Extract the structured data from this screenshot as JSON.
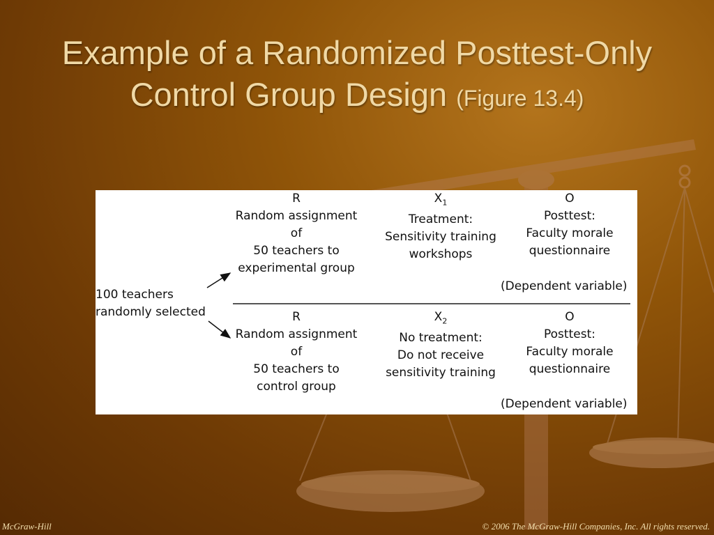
{
  "slide": {
    "title_line1": "Example of a Randomized Posttest-Only",
    "title_line2": "Control Group Design",
    "title_suffix": "(Figure 13.4)"
  },
  "figure": {
    "source_lines": [
      "100 teachers",
      "randomly selected"
    ],
    "experimental": {
      "r_symbol": "R",
      "r_lines": [
        "Random assignment",
        "of",
        "50 teachers to",
        "experimental group"
      ],
      "x_symbol": "X",
      "x_sub": "1",
      "x_lines": [
        "Treatment:",
        "Sensitivity training",
        "workshops"
      ],
      "o_symbol": "O",
      "o_lines": [
        "Posttest:",
        "Faculty morale",
        "questionnaire"
      ],
      "dependent": "(Dependent variable)"
    },
    "control": {
      "r_symbol": "R",
      "r_lines": [
        "Random assignment",
        "of",
        "50 teachers to",
        "control group"
      ],
      "x_symbol": "X",
      "x_sub": "2",
      "x_lines": [
        "No treatment:",
        "Do not receive",
        "sensitivity training"
      ],
      "o_symbol": "O",
      "o_lines": [
        "Posttest:",
        "Faculty morale",
        "questionnaire"
      ],
      "dependent": "(Dependent variable)"
    }
  },
  "footer": {
    "left": "McGraw-Hill",
    "right": "© 2006 The McGraw-Hill Companies, Inc. All rights reserved."
  }
}
